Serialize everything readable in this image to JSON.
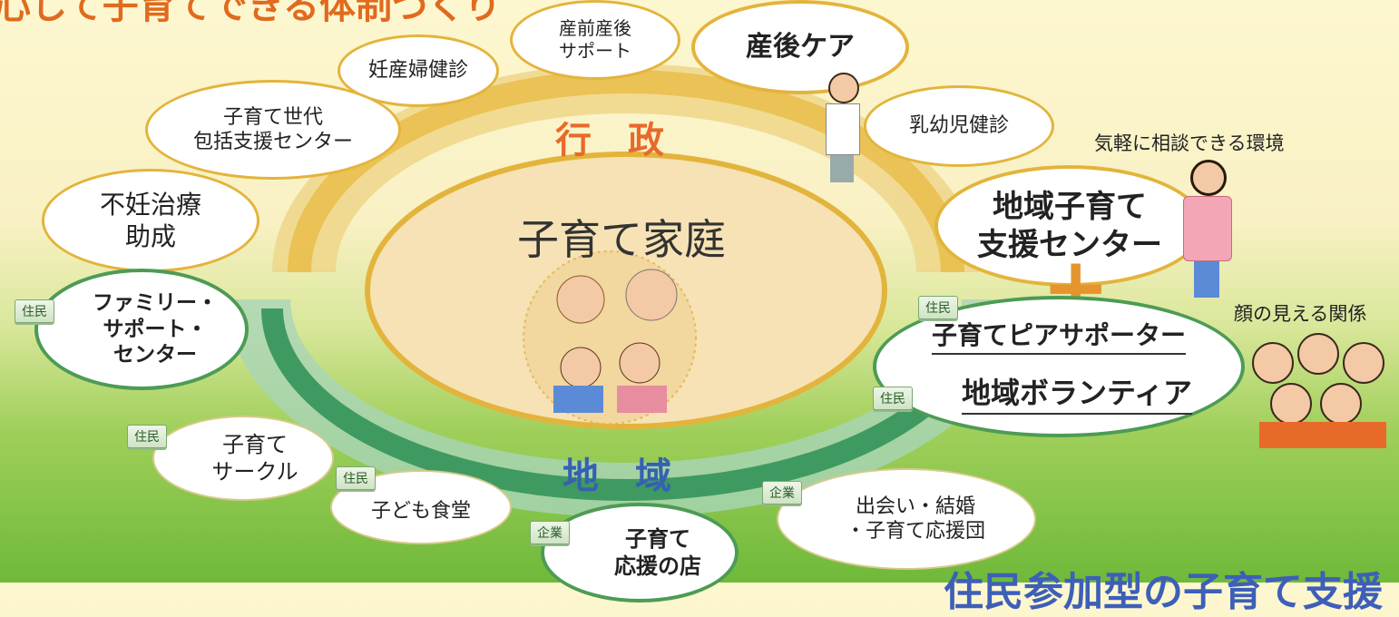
{
  "title": "心して子育てできる体制づくり",
  "bottom_title": "住民参加型の子育て支援",
  "center": "子育て家庭",
  "sections": {
    "gov": "行　政",
    "community": "地　域"
  },
  "nodes": {
    "ninsanpu": "妊産婦健診",
    "sanzen": "産前産後\nサポート",
    "sango_care": "産後ケア",
    "nyuyoji": "乳幼児健診",
    "kosodate_sedai": "子育て世代\n包括支援センター",
    "funin": "不妊治療\n助成",
    "family_support": "ファミリー・\nサポート・\nセンター",
    "circle": "子育て\nサークル",
    "shokudo": "子ども食堂",
    "ouen_shop": "子育て\n応援の店",
    "deai": "出会い・結婚\n・子育て応援団",
    "chiiki_center": "地域子育て\n支援センター",
    "peer": "子育てピアサポーター",
    "volunteer": "地域ボランティア"
  },
  "tags": {
    "jumin": "住民",
    "kigyo": "企業"
  },
  "side_captions": {
    "consult": "気軽に相談できる環境",
    "faces": "顔の見える関係"
  },
  "plus_symbol": "+",
  "colors": {
    "gold": "#e3b43c",
    "green": "#4d9b54",
    "gov_text": "#e86a2a",
    "community_text": "#3561b0",
    "plus": "#e6952e"
  }
}
